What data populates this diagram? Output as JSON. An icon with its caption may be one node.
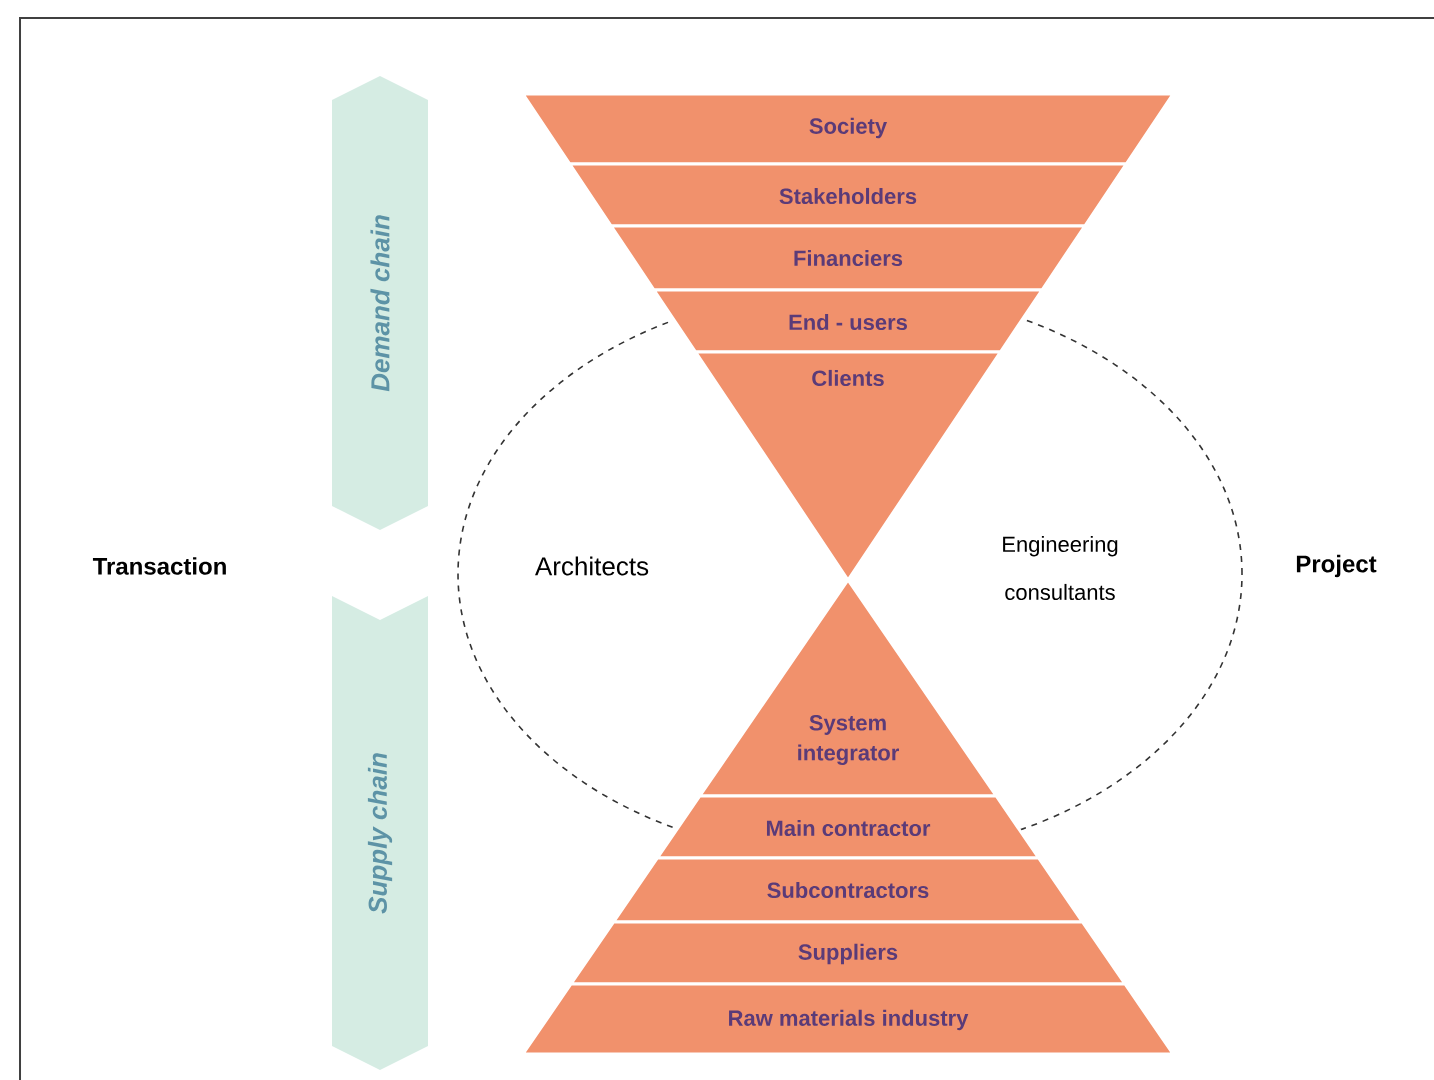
{
  "diagram": {
    "nodes": [
      {
        "text": [
          "Demand chain"
        ]
      },
      {
        "text": [
          "Society"
        ]
      },
      {
        "text": [
          "Stakeholders"
        ]
      },
      {
        "text": [
          "Financiers"
        ]
      },
      {
        "text": [
          "End - users"
        ]
      },
      {
        "text": [
          "Clients"
        ]
      },
      {
        "text": [
          "Supply chain"
        ]
      },
      {
        "text": [
          "System integrator"
        ]
      },
      {
        "text": [
          "Main contractor"
        ]
      },
      {
        "text": [
          "Subcontractors"
        ]
      },
      {
        "text": [
          "Suppliers"
        ]
      },
      {
        "text": [
          "Raw materials industry"
        ]
      }
    ],
    "labels": [
      "Transaction",
      "Architects",
      "Engineering consultants",
      "Project"
    ]
  }
}
